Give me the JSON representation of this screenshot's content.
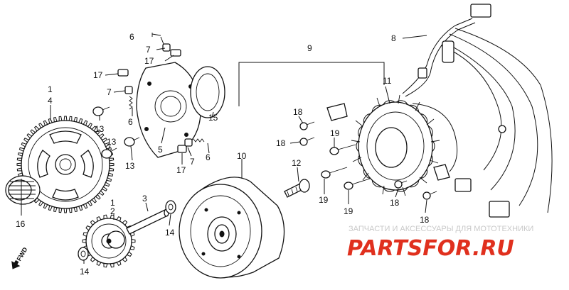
{
  "callouts": [
    {
      "key": "c1a",
      "text": "1"
    },
    {
      "key": "c4",
      "text": "4"
    },
    {
      "key": "c16",
      "text": "16"
    },
    {
      "key": "c17a",
      "text": "17"
    },
    {
      "key": "c7a",
      "text": "7"
    },
    {
      "key": "c13a",
      "text": "13"
    },
    {
      "key": "c13b",
      "text": "13"
    },
    {
      "key": "c13c",
      "text": "13"
    },
    {
      "key": "c6a",
      "text": "6"
    },
    {
      "key": "c7b",
      "text": "7"
    },
    {
      "key": "c17b",
      "text": "17"
    },
    {
      "key": "c6b",
      "text": "6"
    },
    {
      "key": "c5",
      "text": "5"
    },
    {
      "key": "c6c",
      "text": "6"
    },
    {
      "key": "c7c",
      "text": "7"
    },
    {
      "key": "c17c",
      "text": "17"
    },
    {
      "key": "c15",
      "text": "15"
    },
    {
      "key": "c3",
      "text": "3"
    },
    {
      "key": "c1b",
      "text": "1"
    },
    {
      "key": "c2",
      "text": "2"
    },
    {
      "key": "c14a",
      "text": "14"
    },
    {
      "key": "c14b",
      "text": "14"
    },
    {
      "key": "c10",
      "text": "10"
    },
    {
      "key": "c9",
      "text": "9"
    },
    {
      "key": "c12",
      "text": "12"
    },
    {
      "key": "c18a",
      "text": "18"
    },
    {
      "key": "c18b",
      "text": "18"
    },
    {
      "key": "c19a",
      "text": "19"
    },
    {
      "key": "c19b",
      "text": "19"
    },
    {
      "key": "c19c",
      "text": "19"
    },
    {
      "key": "c11",
      "text": "11"
    },
    {
      "key": "c8",
      "text": "8"
    },
    {
      "key": "c18c",
      "text": "18"
    },
    {
      "key": "c18d",
      "text": "18"
    }
  ],
  "fwd_label": "FWD",
  "watermark": {
    "tagline": "ЗАПЧАСТИ И АКСЕССУАРЫ ДЛЯ МОТОТЕХНИКИ",
    "brand_part1": "PARTS",
    "brand_part2": "FOR",
    "brand_part3": ".RU",
    "brand_color": "#e0301e"
  }
}
